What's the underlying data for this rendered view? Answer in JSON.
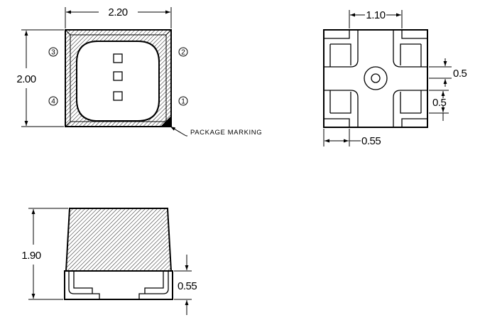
{
  "top_view": {
    "dim_width": "2.20",
    "dim_height": "2.00",
    "pins": [
      "3",
      "2",
      "4",
      "1"
    ],
    "marking_label": "PACKAGE MARKING"
  },
  "bottom_view": {
    "dim_pad_pitch": "1.10",
    "dim_pad_height_1": "0.5",
    "dim_pad_height_2": "0.5",
    "dim_pad_width": "0.55"
  },
  "side_view": {
    "dim_height": "1.90",
    "dim_lead_height": "0.55"
  },
  "colors": {
    "line": "#000000",
    "background": "#ffffff"
  }
}
